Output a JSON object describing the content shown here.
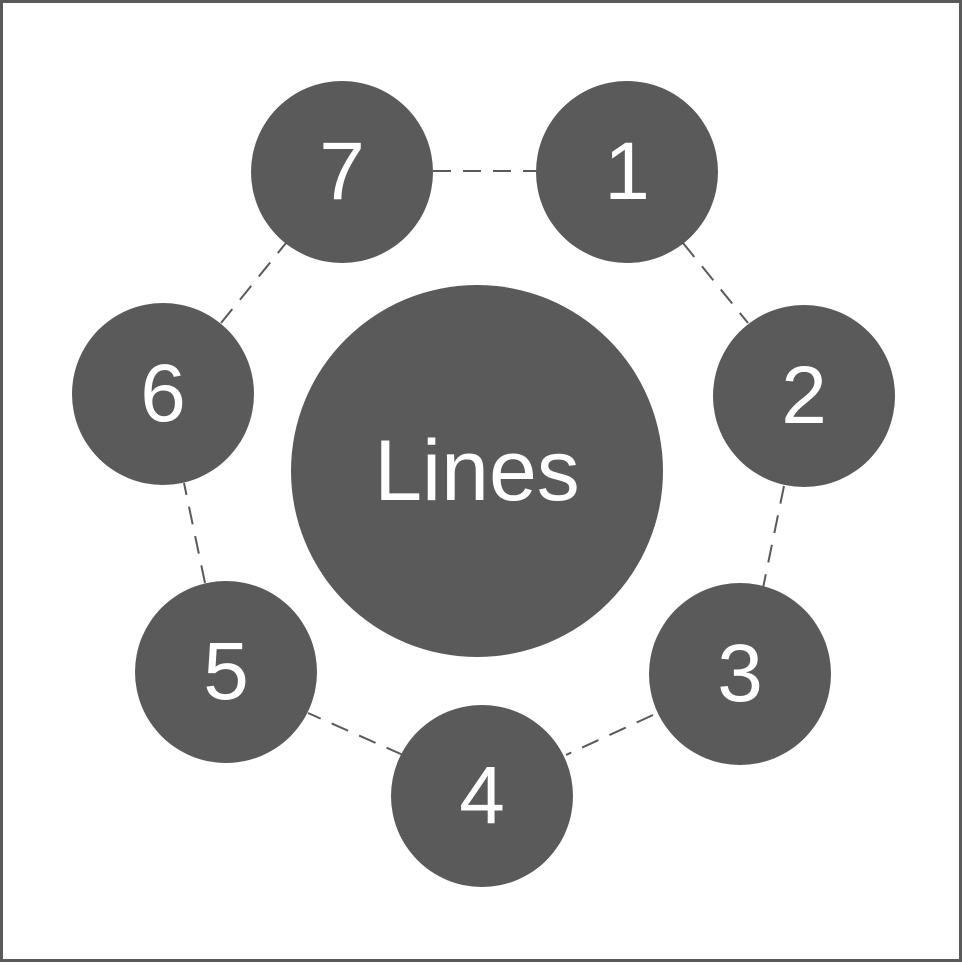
{
  "center": {
    "label": "Lines"
  },
  "nodes": [
    {
      "label": "1"
    },
    {
      "label": "2"
    },
    {
      "label": "3"
    },
    {
      "label": "4"
    },
    {
      "label": "5"
    },
    {
      "label": "6"
    },
    {
      "label": "7"
    }
  ],
  "colors": {
    "node_fill": "#5a5a5a",
    "text": "#ffffff",
    "connector": "#5a5a5a",
    "border": "#5a5a5a",
    "background": "#ffffff"
  }
}
